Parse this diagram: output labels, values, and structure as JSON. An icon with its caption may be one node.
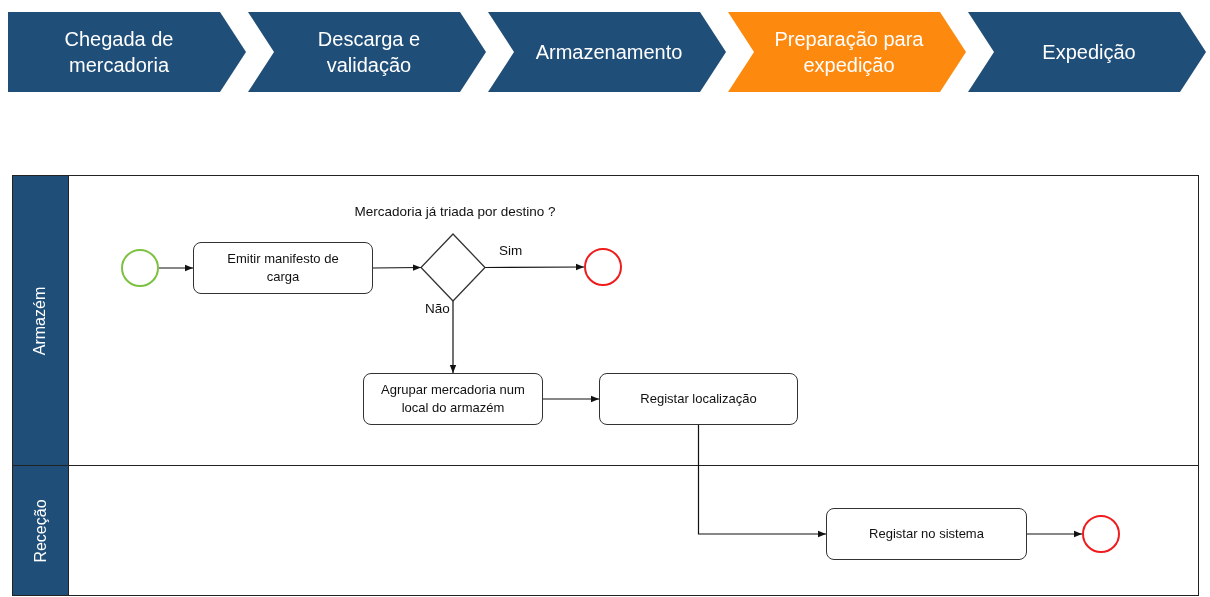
{
  "diagram": {
    "nodes": [
      {
        "text": [
          "Chegada de mercadoria"
        ]
      },
      {
        "text": [
          "Descarga e validação"
        ]
      },
      {
        "text": [
          "Armazenamento"
        ]
      },
      {
        "text": [
          "Preparação para expedição"
        ]
      },
      {
        "text": [
          "Expedição"
        ]
      },
      {
        "text": [
          "Armazém"
        ]
      },
      {
        "text": [
          "Receção"
        ]
      },
      {
        "text": [],
        "shape": "circle",
        "in": 5
      },
      {
        "text": [
          "Emitir manifesto de carga"
        ],
        "in": 5
      },
      {
        "text": [
          "Mercadoria já triada por destino ?"
        ],
        "in": 5
      },
      {
        "text": [],
        "shape": "circle",
        "in": 5
      },
      {
        "text": [
          "Agrupar mercadoria num local do armazém"
        ],
        "in": 5
      },
      {
        "text": [
          "Registar localização"
        ],
        "in": 5
      },
      {
        "text": [
          "Registar no sistema"
        ],
        "in": 6
      },
      {
        "text": [],
        "shape": "circle",
        "in": 6
      }
    ],
    "edges": [
      {
        "from": 7,
        "to": 8,
        "arrow": "to"
      },
      {
        "from": 8,
        "to": 9,
        "arrow": "to"
      },
      {
        "from": 9,
        "to": 10,
        "arrow": "to",
        "label": "Sim"
      },
      {
        "from": 9,
        "to": 11,
        "arrow": "to",
        "label": "Não"
      },
      {
        "from": 11,
        "to": 12,
        "arrow": "to"
      },
      {
        "from": 12,
        "to": 13,
        "arrow": "to"
      },
      {
        "from": 13,
        "to": 14,
        "arrow": "to"
      }
    ]
  }
}
